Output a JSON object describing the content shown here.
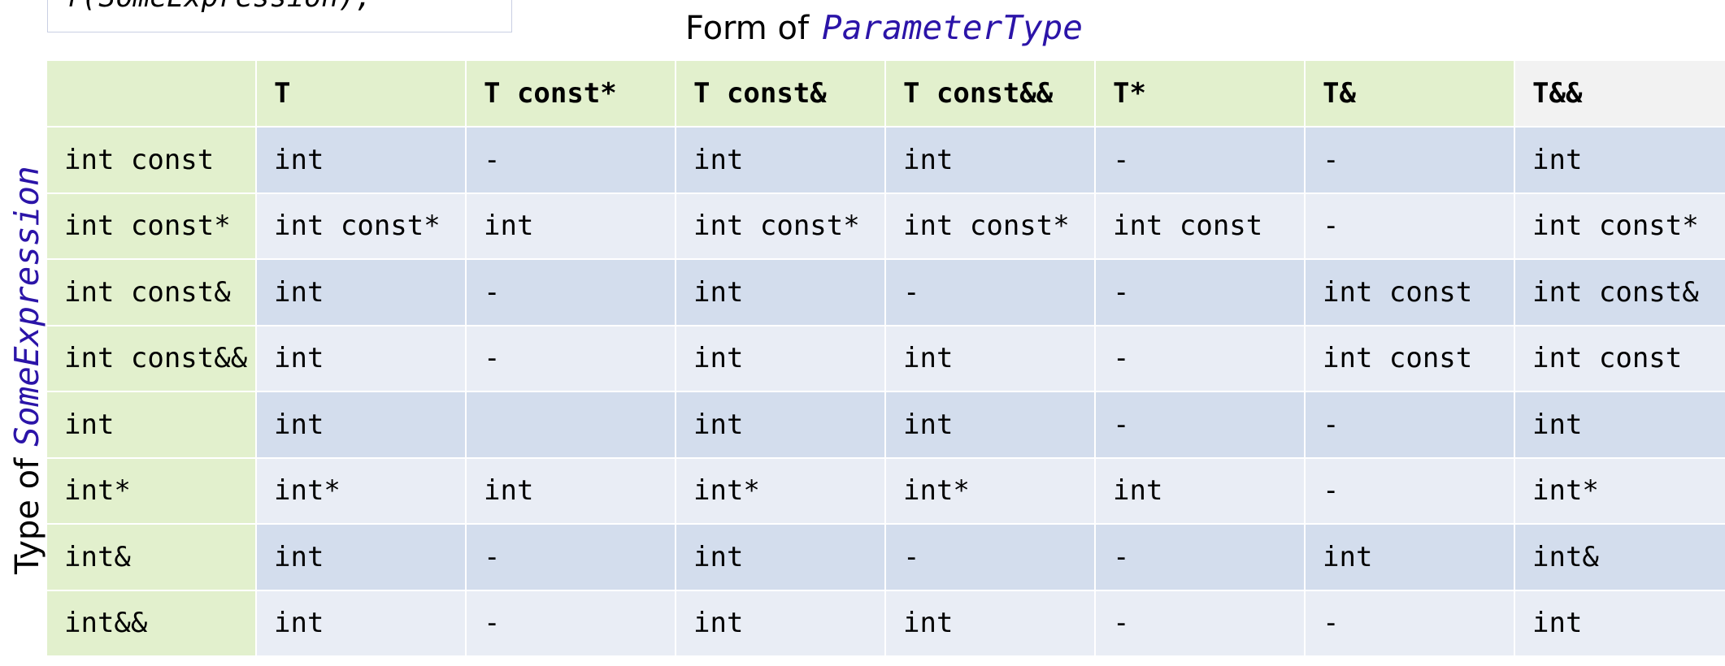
{
  "code_snippet": "f(SomeExpression);",
  "column_title": {
    "label": "Form of",
    "code": "ParameterType"
  },
  "row_title": {
    "label": "Type of",
    "code": "SomeExpression"
  },
  "table": {
    "corner": "",
    "columns": [
      "T",
      "T const*",
      "T const&",
      "T const&&",
      "T*",
      "T&",
      "T&&"
    ],
    "rows": [
      {
        "label": "int const",
        "cells": [
          "int",
          "-",
          "int",
          "int",
          "-",
          "-",
          "int"
        ]
      },
      {
        "label": "int const*",
        "cells": [
          "int const*",
          "int",
          "int const*",
          "int const*",
          "int const",
          "-",
          "int const*"
        ]
      },
      {
        "label": "int const&",
        "cells": [
          "int",
          "-",
          "int",
          "-",
          "-",
          "int const",
          "int const&"
        ]
      },
      {
        "label": "int const&&",
        "cells": [
          "int",
          "-",
          "int",
          "int",
          "-",
          "int const",
          "int const"
        ]
      },
      {
        "label": "int",
        "cells": [
          "int",
          "",
          "int",
          "int",
          "-",
          "-",
          "int"
        ]
      },
      {
        "label": "int*",
        "cells": [
          "int*",
          "int",
          "int*",
          "int*",
          "int",
          "-",
          "int*"
        ]
      },
      {
        "label": "int&",
        "cells": [
          "int",
          "-",
          "int",
          "-",
          "-",
          "int",
          "int&"
        ]
      },
      {
        "label": "int&&",
        "cells": [
          "int",
          "-",
          "int",
          "int",
          "-",
          "-",
          "int"
        ]
      }
    ]
  },
  "colors": {
    "header_bg": "#e2f0cd",
    "row_odd": "#d3dded",
    "row_even": "#e9edf5",
    "code_accent": "#2b14a8"
  }
}
